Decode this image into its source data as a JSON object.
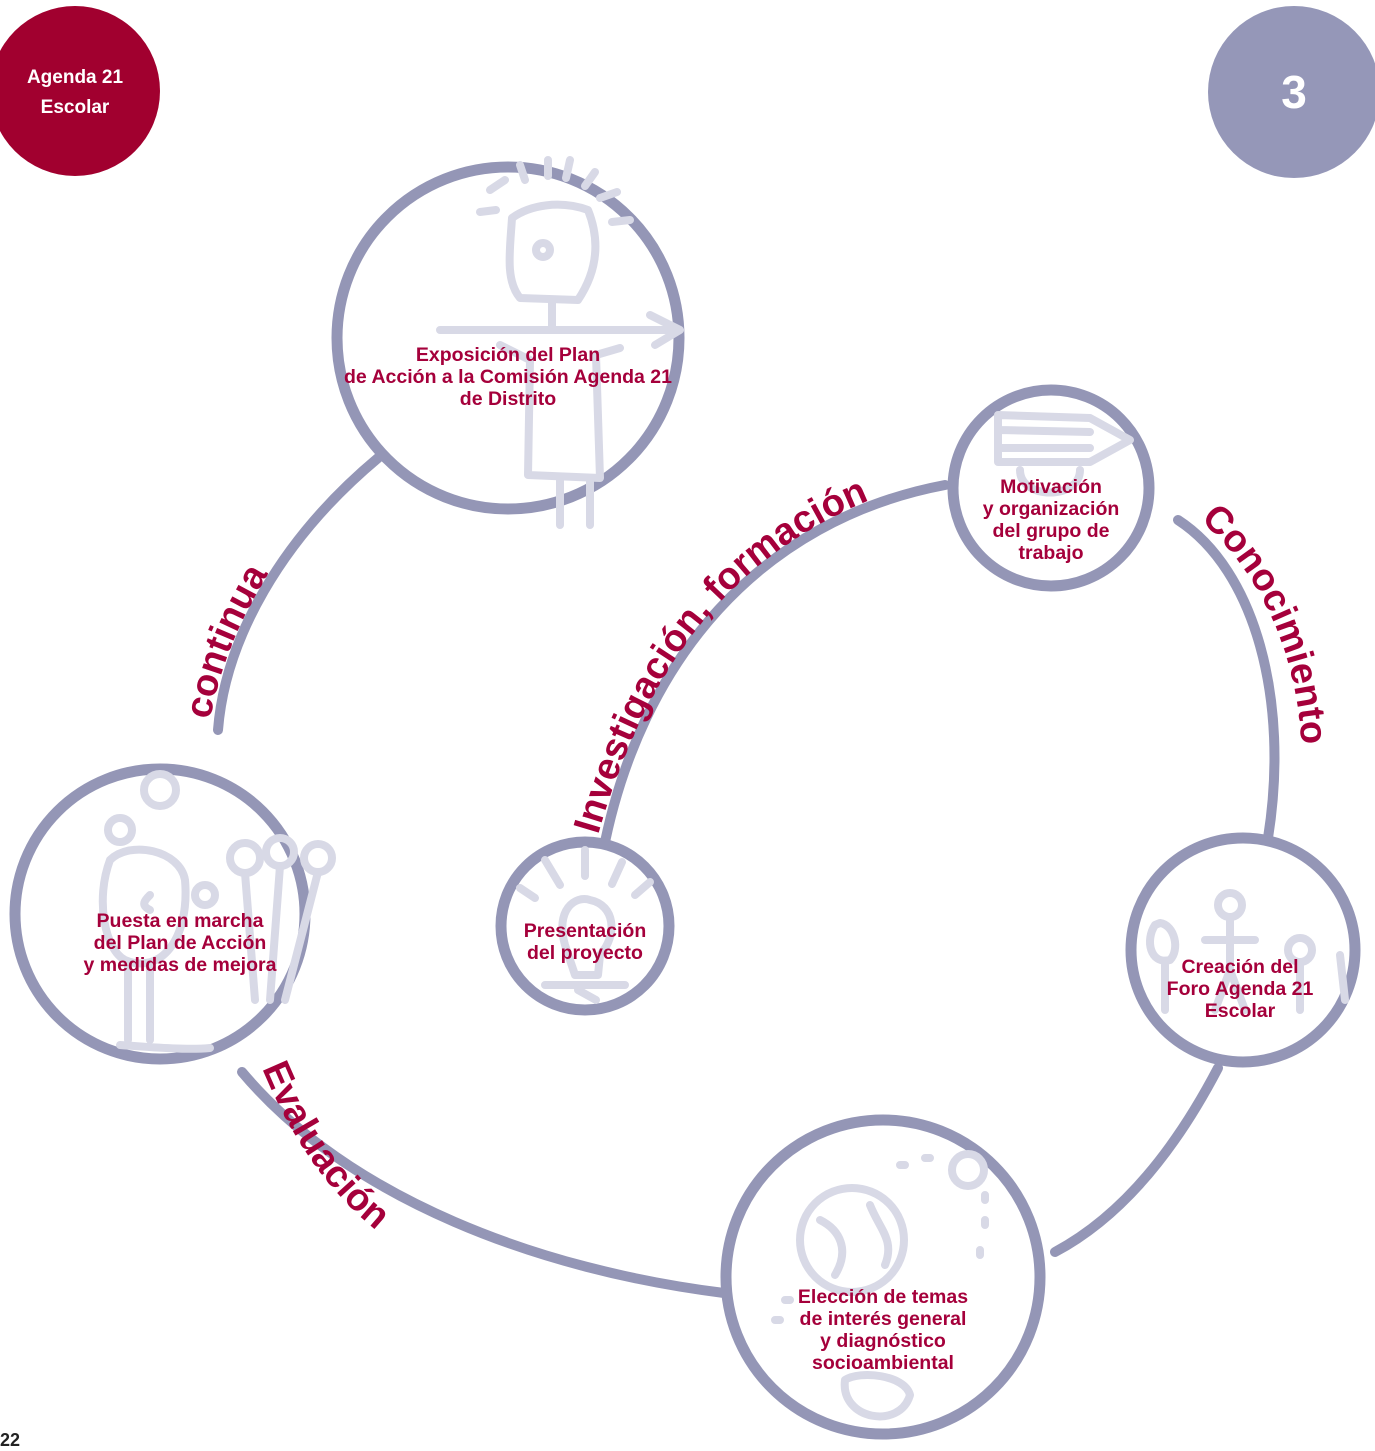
{
  "badge": {
    "title_line1": "Agenda 21",
    "title_line2": "Escolar",
    "number": "3"
  },
  "cycle_labels": {
    "investigacion": "Investigación, formación",
    "conocimiento": "Conocimiento",
    "continua": "continua",
    "evaluacion": "Evaluación"
  },
  "nodes": {
    "exposicion": [
      "Exposición del Plan",
      "de Acción a la Comisión Agenda 21",
      "de Distrito"
    ],
    "motivacion": [
      "Motivación",
      "y organización",
      "del grupo de",
      "trabajo"
    ],
    "presentacion": [
      "Presentación",
      "del proyecto"
    ],
    "puesta": [
      "Puesta en marcha",
      "del Plan de Acción",
      "y medidas de mejora"
    ],
    "creacion": [
      "Creación del",
      "Foro Agenda 21",
      "Escolar"
    ],
    "eleccion": [
      "Elección de temas",
      "de interés general",
      "y diagnóstico",
      "socioambiental"
    ]
  },
  "page_number": "22",
  "colors": {
    "ring": "#9496b6",
    "accent": "#a5003b",
    "badge_left": "#a1002f",
    "badge_right": "#9597b8",
    "sketch": "#d8d9e6"
  }
}
